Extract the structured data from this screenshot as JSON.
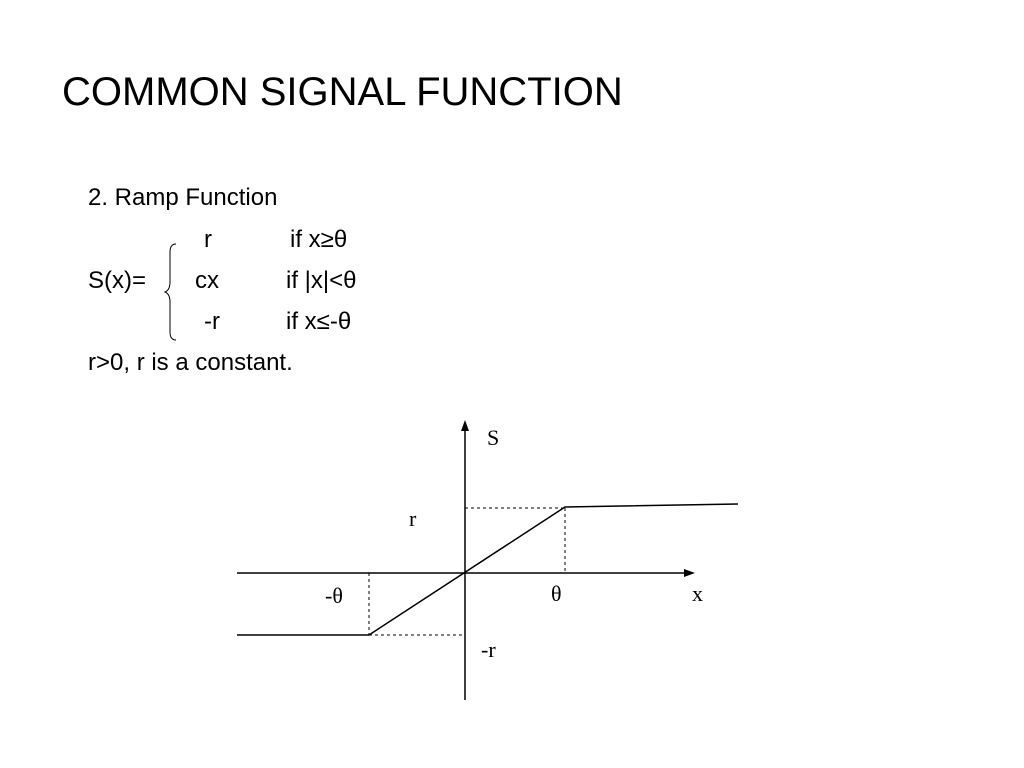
{
  "slide": {
    "title": "COMMON SIGNAL FUNCTION",
    "subtitle": "2. Ramp Function",
    "definition_lhs": "S(x)=",
    "cases": [
      {
        "value": "r",
        "condition": "if x≥θ"
      },
      {
        "value": "cx",
        "condition": "if |x|<θ"
      },
      {
        "value": "-r",
        "condition": "if x≤-θ"
      }
    ],
    "note": "r>0, r is a constant."
  },
  "graph": {
    "y_axis_label": "S",
    "x_axis_label": "x",
    "upper_level_label": "r",
    "lower_level_label": "-r",
    "threshold_label": "θ",
    "neg_threshold_label": "-θ"
  },
  "colors": {
    "text": "#000000",
    "background": "#ffffff"
  }
}
